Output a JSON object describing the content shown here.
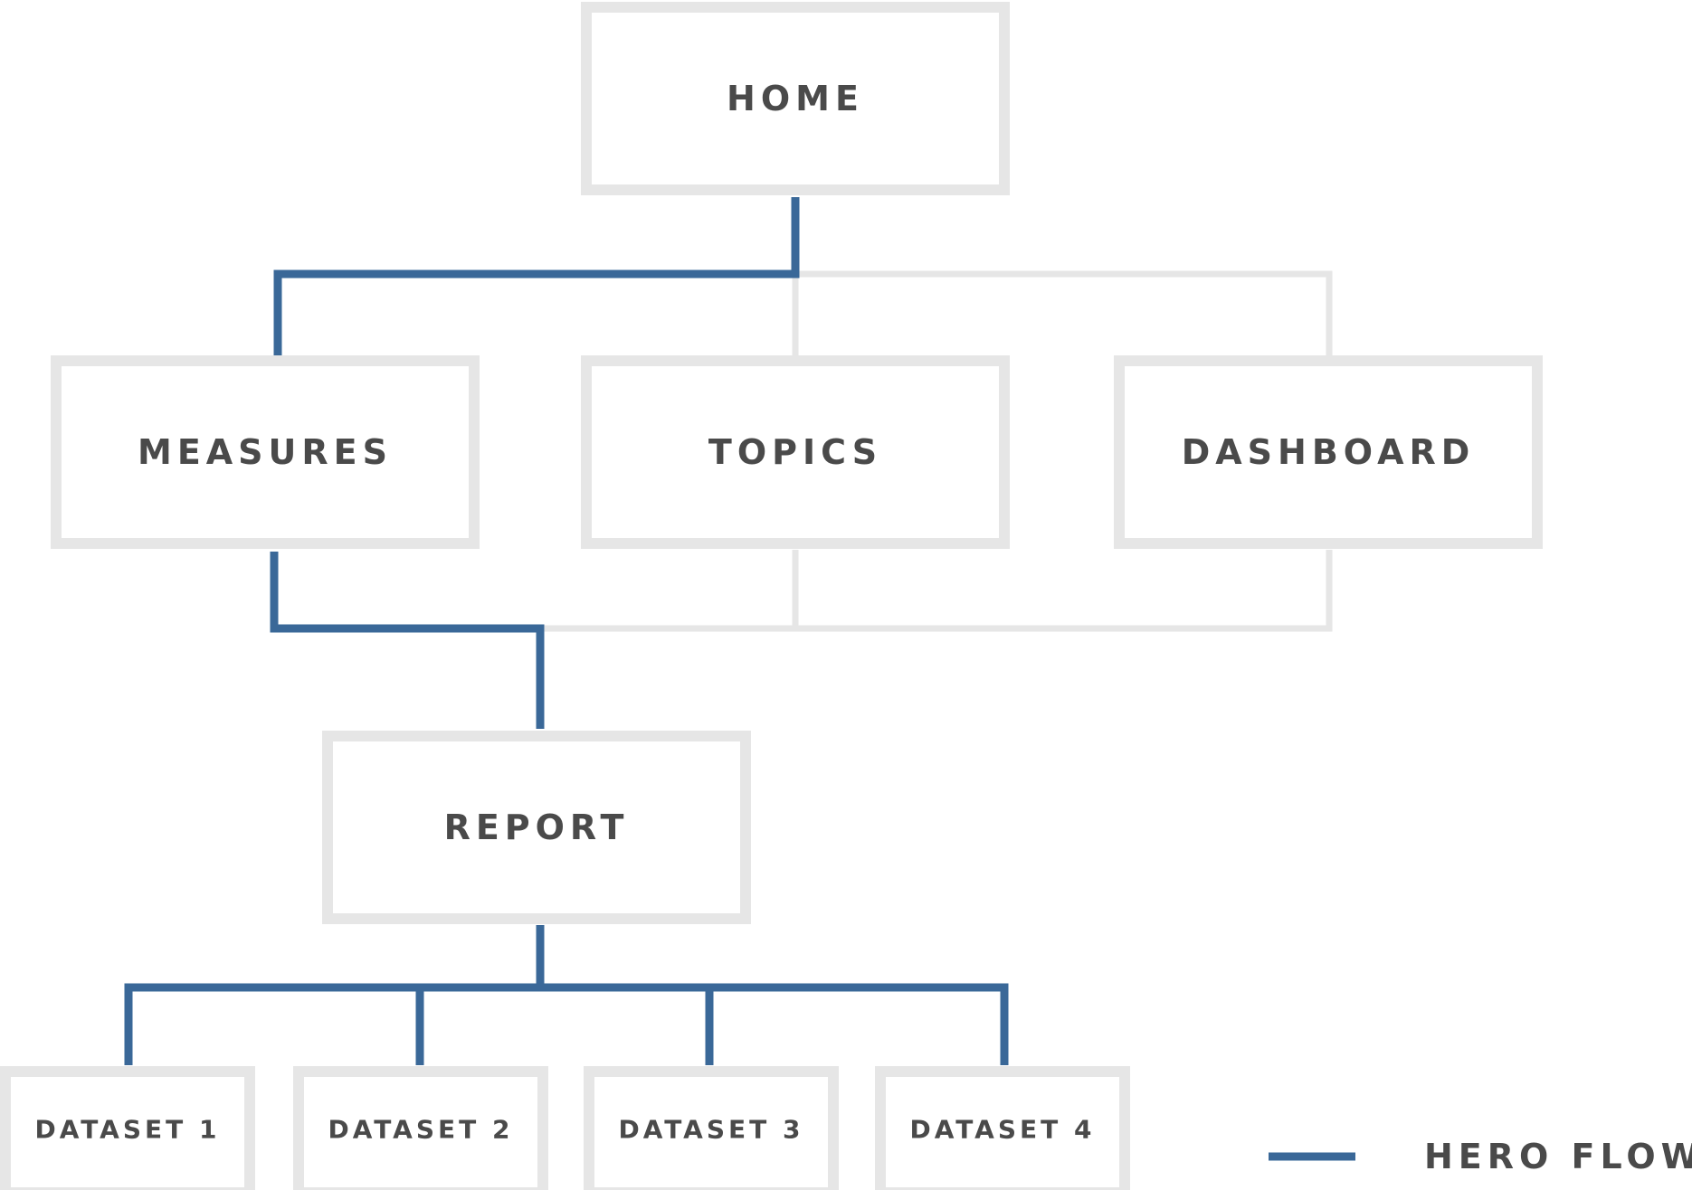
{
  "nodes": {
    "home": "HOME",
    "measures": "MEASURES",
    "topics": "TOPICS",
    "dashboard": "DASHBOARD",
    "report": "REPORT",
    "dataset1": "DATASET 1",
    "dataset2": "DATASET 2",
    "dataset3": "DATASET 3",
    "dataset4": "DATASET 4"
  },
  "legend": {
    "hero_flow_label": "HERO FLOW"
  },
  "colors": {
    "hero_flow": "#3a6898",
    "box_border": "#e6e6e6",
    "label_text": "#4a4a4a"
  }
}
